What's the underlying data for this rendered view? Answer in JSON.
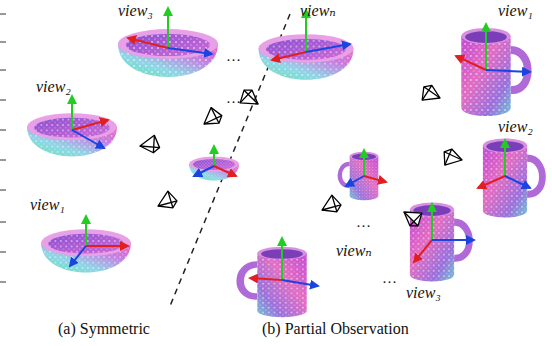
{
  "diagram": {
    "labels": [
      "view₃",
      "…",
      "viewₙ",
      "view₂",
      "…",
      "view₁",
      "(a) Symmetric",
      "(b) Partial Observation",
      "view₁",
      "view₂",
      "…",
      "viewₙ",
      "…",
      "view₃"
    ]
  }
}
